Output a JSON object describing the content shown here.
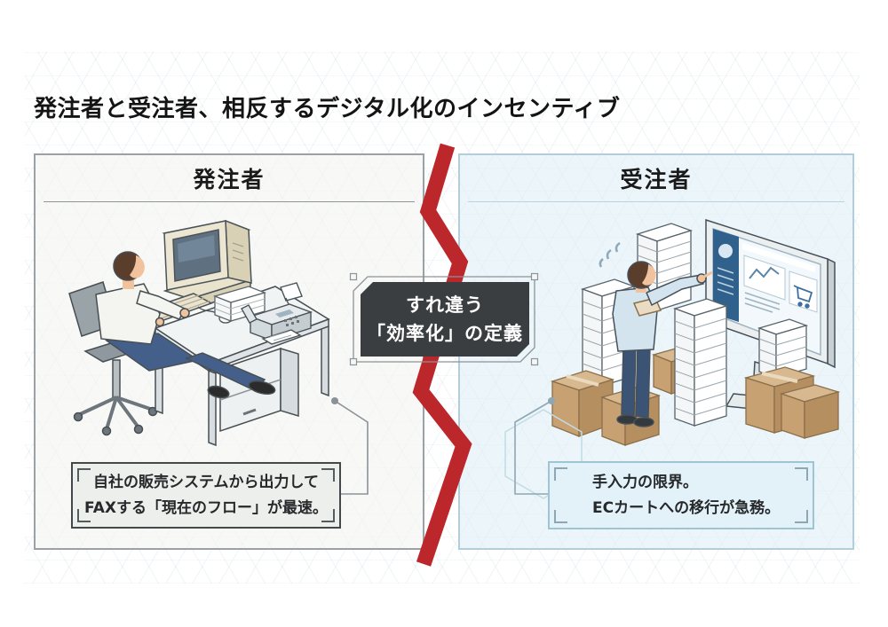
{
  "title": "発注者と受注者、相反するデジタル化のインセンティブ",
  "divider": {
    "label_line1": "すれ違う",
    "label_line2": "「効率化」の定義"
  },
  "left_panel": {
    "header": "発注者",
    "caption": {
      "line1": "自社の販売システムから出力して",
      "line2": "FAXする「現在のフロー」が最速。"
    },
    "illustration": "person-at-desk-with-crt-pc-and-fax-machine"
  },
  "right_panel": {
    "header": "受注者",
    "caption": {
      "line1": "手入力の限界。",
      "line2": "ECカートへの移行が急務。"
    },
    "illustration": "person-pointing-at-ec-dashboard-amid-paper-stacks-and-boxes"
  },
  "icons": {
    "shopping_cart_icon": "svg-cart-shape-on-monitor-dashboard",
    "sweat_drops_icon": "svg-stroke-drops-beside-head",
    "red_zigzag_divider": "svg-lightning-polyline"
  },
  "colors": {
    "accent_red": "#bc272c",
    "center_box_bg": "#3a3e41",
    "center_box_text": "#ffffff",
    "left_panel_bg": "#f3f4f2",
    "left_panel_border": "#9ba1a4",
    "right_panel_bg": "#e0f0f7",
    "right_panel_border": "#b2cedb",
    "left_caption_bg": "#edefec",
    "left_caption_border": "#43484b",
    "right_caption_bg": "#e3f1f8",
    "right_caption_border": "#9ec5d6",
    "connector_gray": "#8b9297"
  }
}
